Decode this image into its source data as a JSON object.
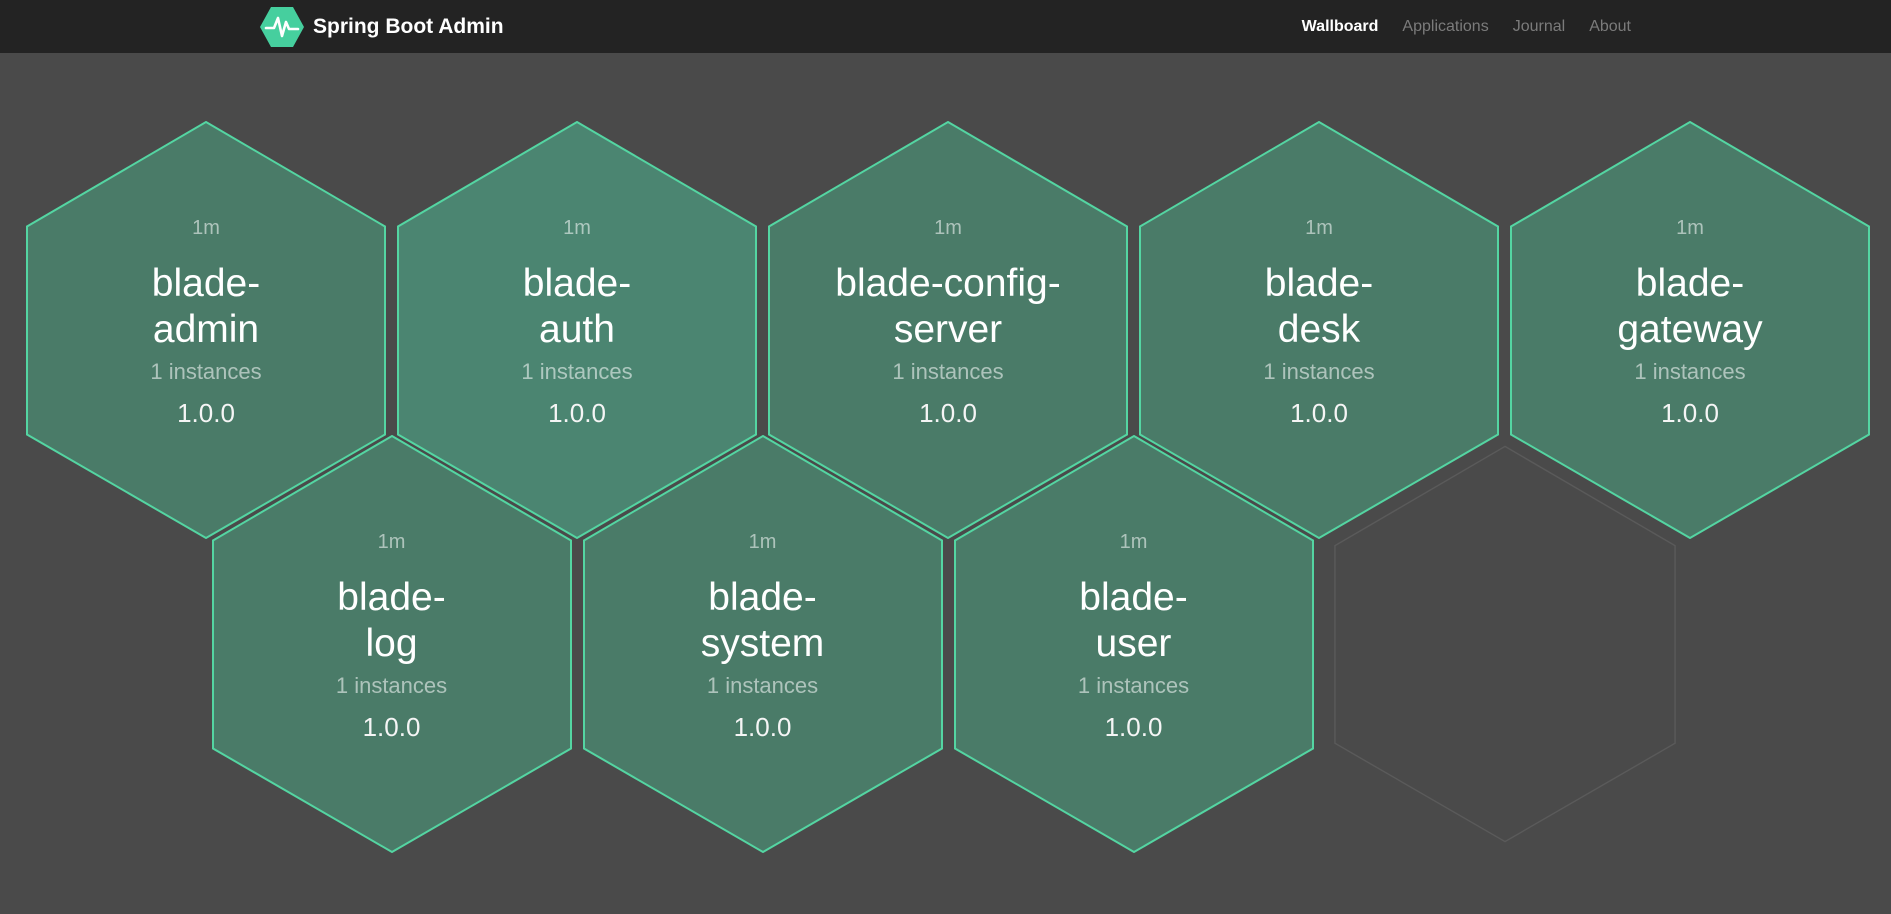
{
  "navbar": {
    "brand": "Spring Boot Admin",
    "brand_logo_icon": "pulse-hexagon-icon",
    "items": [
      {
        "label": "Wallboard",
        "active": true
      },
      {
        "label": "Applications",
        "active": false
      },
      {
        "label": "Journal",
        "active": false
      },
      {
        "label": "About",
        "active": false
      }
    ]
  },
  "wallboard": {
    "applications": [
      {
        "name": "blade-admin",
        "name_lines": [
          "blade-",
          "admin"
        ],
        "uptime": "1m",
        "instances": "1 instances",
        "version": "1.0.0",
        "status": "up",
        "highlighted": false,
        "row": 0,
        "col": 0
      },
      {
        "name": "blade-auth",
        "name_lines": [
          "blade-",
          "auth"
        ],
        "uptime": "1m",
        "instances": "1 instances",
        "version": "1.0.0",
        "status": "up",
        "highlighted": true,
        "row": 0,
        "col": 1
      },
      {
        "name": "blade-config-server",
        "name_lines": [
          "blade-config-",
          "server"
        ],
        "uptime": "1m",
        "instances": "1 instances",
        "version": "1.0.0",
        "status": "up",
        "highlighted": false,
        "row": 0,
        "col": 2
      },
      {
        "name": "blade-desk",
        "name_lines": [
          "blade-",
          "desk"
        ],
        "uptime": "1m",
        "instances": "1 instances",
        "version": "1.0.0",
        "status": "up",
        "highlighted": false,
        "row": 0,
        "col": 3
      },
      {
        "name": "blade-gateway",
        "name_lines": [
          "blade-",
          "gateway"
        ],
        "uptime": "1m",
        "instances": "1 instances",
        "version": "1.0.0",
        "status": "up",
        "highlighted": false,
        "row": 0,
        "col": 4
      },
      {
        "name": "blade-log",
        "name_lines": [
          "blade-",
          "log"
        ],
        "uptime": "1m",
        "instances": "1 instances",
        "version": "1.0.0",
        "status": "up",
        "highlighted": false,
        "row": 1,
        "col": 0
      },
      {
        "name": "blade-system",
        "name_lines": [
          "blade-",
          "system"
        ],
        "uptime": "1m",
        "instances": "1 instances",
        "version": "1.0.0",
        "status": "up",
        "highlighted": false,
        "row": 1,
        "col": 1
      },
      {
        "name": "blade-user",
        "name_lines": [
          "blade-",
          "user"
        ],
        "uptime": "1m",
        "instances": "1 instances",
        "version": "1.0.0",
        "status": "up",
        "highlighted": false,
        "row": 1,
        "col": 2
      }
    ],
    "ghost_cell": {
      "row": 1,
      "col": 3
    }
  },
  "colors": {
    "page_background": "#4a4a4a",
    "navbar_background": "#232323",
    "brand_logo": "#46cf9e",
    "hex_fill": "#4a7b68",
    "hex_fill_highlight": "#4b8571",
    "hex_border": "#54d5a2",
    "ghost_border": "#5a5a5a",
    "nav_active_text": "#ffffff",
    "nav_inactive_text": "#7b7b7b"
  }
}
